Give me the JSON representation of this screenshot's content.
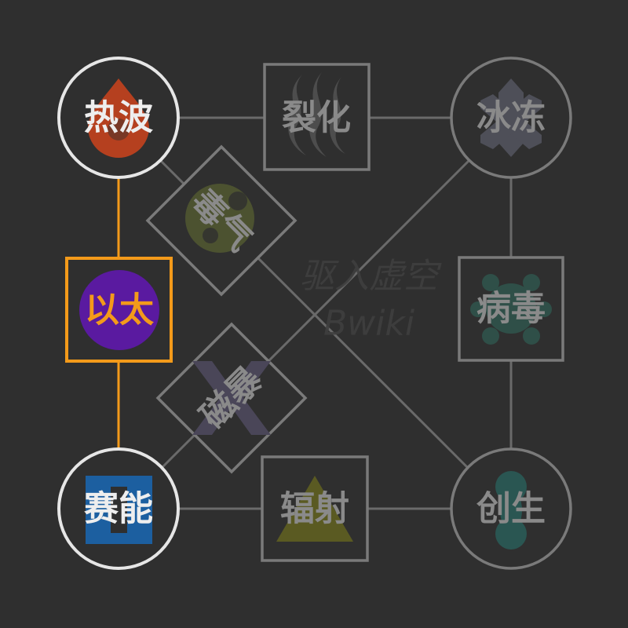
{
  "nodes": {
    "heat_wave": {
      "label": "热波",
      "state": "active",
      "shape": "circle",
      "icon": "flame-drop-icon",
      "icon_color": "#b5401f"
    },
    "fission": {
      "label": "裂化",
      "state": "locked",
      "shape": "square",
      "icon": "vapor-wisps-icon",
      "icon_color": "#4d4d4d"
    },
    "freeze": {
      "label": "冰冻",
      "state": "locked",
      "shape": "circle",
      "icon": "ice-crystal-icon",
      "icon_color": "#4e4f58"
    },
    "toxic_gas": {
      "label": "毒气",
      "state": "locked",
      "shape": "diamond",
      "icon": "toxic-orb-icon",
      "icon_color": "#4c5230"
    },
    "ether": {
      "label": "以太",
      "state": "selected",
      "shape": "square",
      "icon": "ether-orb-icon",
      "icon_color": "#5a1aa0"
    },
    "virus": {
      "label": "病毒",
      "state": "locked",
      "shape": "square",
      "icon": "virus-icon",
      "icon_color": "#2f4f48"
    },
    "magstorm": {
      "label": "磁暴",
      "state": "locked",
      "shape": "diamond",
      "icon": "magnet-x-icon",
      "icon_color": "#4a4658"
    },
    "psionic": {
      "label": "赛能",
      "state": "active",
      "shape": "circle",
      "icon": "psi-bars-icon",
      "icon_color": "#1c5fa0"
    },
    "radiation": {
      "label": "辐射",
      "state": "locked",
      "shape": "square",
      "icon": "radiation-triangle-icon",
      "icon_color": "#5a5a22"
    },
    "genesis": {
      "label": "创生",
      "state": "locked",
      "shape": "circle",
      "icon": "genesis-helix-icon",
      "icon_color": "#2a5652"
    }
  },
  "watermark": {
    "line1": "驱入虚空",
    "line2": "Bwiki"
  },
  "colors": {
    "background": "#2f2f2f",
    "selected": "#f39a1a",
    "active_ring": "#e6e6e6",
    "locked_ring": "#7a7a7a",
    "connector_dim": "#6a6a6a"
  }
}
